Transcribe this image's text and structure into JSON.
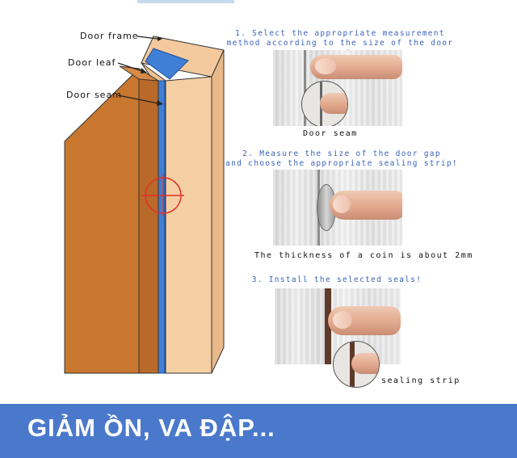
{
  "illustration": {
    "labels": {
      "door_frame": "Door frame",
      "door_leaf": "Door leaf",
      "door_seam": "Door seam"
    },
    "colors": {
      "frame": "#f5cda0",
      "leaf": "#c9772f",
      "seal": "#3f7fd6",
      "target": "#e0312a"
    }
  },
  "steps": [
    {
      "title_line1": "1. Select the appropriate measurement",
      "title_line2": "method according to the size of the door gap!",
      "caption": "Door seam"
    },
    {
      "title_line1": "2. Measure the size of the door gap",
      "title_line2": "and choose the appropriate sealing strip!",
      "caption": "The thickness of a coin is about 2mm"
    },
    {
      "title_line1": "3. Install the selected seals!",
      "title_line2": "",
      "caption": "sealing strip"
    }
  ],
  "banner": {
    "text": "GIẢM ỒN, VA ĐẬP...",
    "color": "#4a79cc"
  }
}
